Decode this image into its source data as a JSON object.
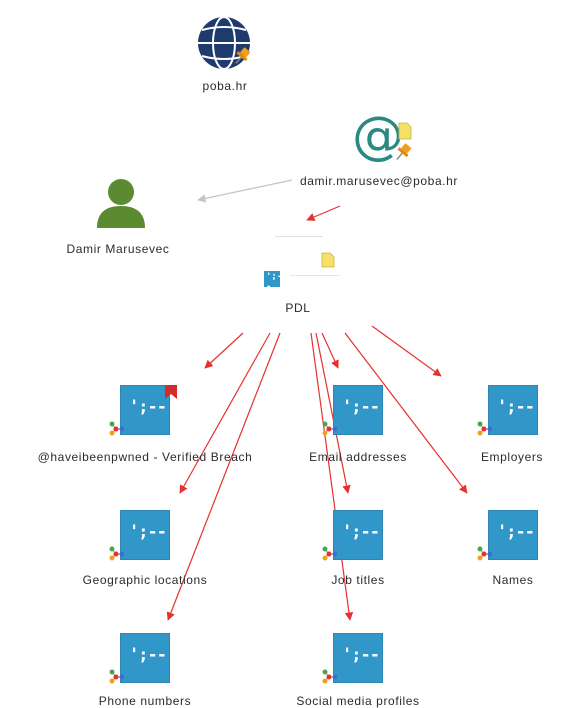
{
  "nodes": {
    "domain": {
      "label": "poba.hr",
      "icon": "globe-icon"
    },
    "email": {
      "label": "damir.marusevec@poba.hr",
      "icon": "at-sign-icon"
    },
    "person": {
      "label": "Damir Marusevec",
      "icon": "person-icon"
    },
    "transform": {
      "label": "PDL",
      "icon": "transform-icon"
    },
    "results": [
      {
        "label": "@haveibeenpwned - Verified Breach",
        "flagged": true
      },
      {
        "label": "Email addresses"
      },
      {
        "label": "Employers"
      },
      {
        "label": "Geographic locations"
      },
      {
        "label": "Job titles"
      },
      {
        "label": "Names"
      },
      {
        "label": "Phone numbers"
      },
      {
        "label": "Social media profiles"
      }
    ]
  },
  "colors": {
    "link_red": "#e8302e",
    "link_gray": "#c4c4c4",
    "tile_blue": "#3197c9",
    "globe_navy": "#1f3b6e",
    "person_green": "#5c8a31",
    "at_teal": "#2a8a82",
    "pin_orange": "#f0a01c",
    "flag_red": "#d42b2b"
  },
  "tile_glyph": "';--"
}
